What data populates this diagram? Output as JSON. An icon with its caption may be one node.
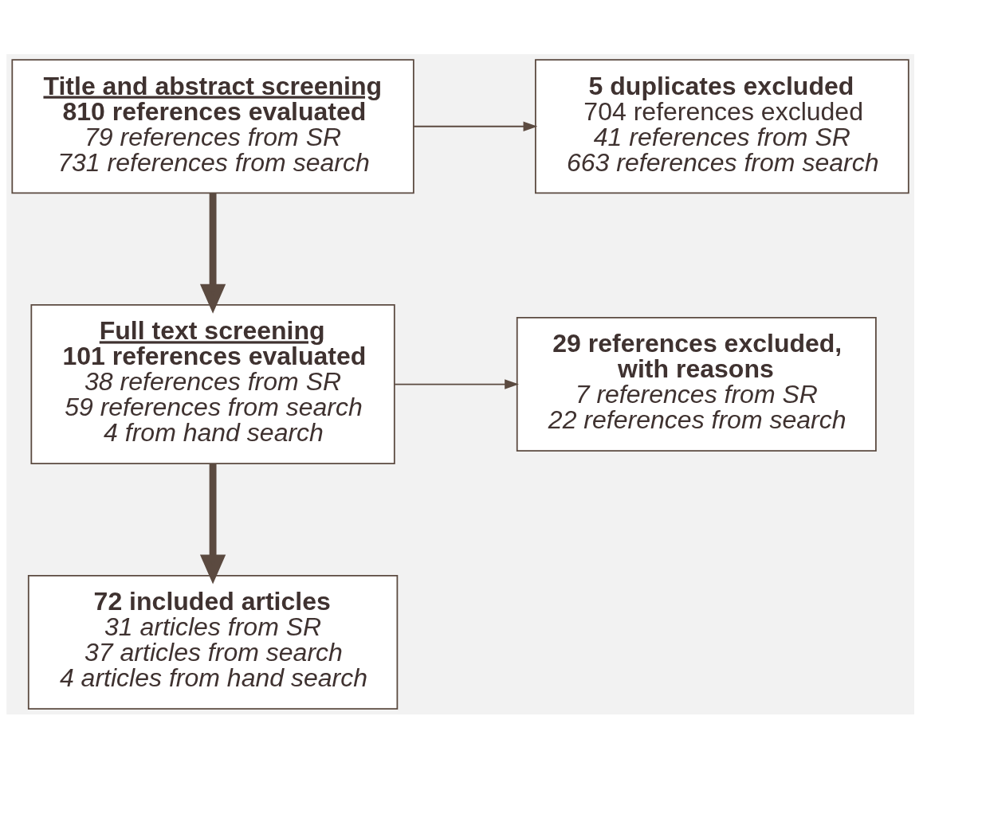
{
  "diagram": {
    "nodes": [
      {
        "text": [
          "Title and abstract screening",
          "810 references evaluated",
          "79 references from SR",
          "731 references from search"
        ]
      },
      {
        "text": [
          "5 duplicates excluded",
          "704 references excluded",
          "41 references from SR",
          "663 references from search"
        ]
      },
      {
        "text": [
          "Full text screening",
          "101 references evaluated",
          "38 references from SR",
          "59 references from search",
          "4 from hand search"
        ]
      },
      {
        "text": [
          "29 references excluded, with reasons",
          "7 references from SR",
          "22 references from search"
        ]
      },
      {
        "text": [
          "72 included articles",
          "31 articles from SR",
          "37 articles from search",
          "4 articles from hand search"
        ]
      }
    ],
    "edges": [
      {
        "from": 0,
        "to": 1,
        "arrow": "to"
      },
      {
        "from": 0,
        "to": 2,
        "arrow": "to",
        "style": "thick"
      },
      {
        "from": 2,
        "to": 3,
        "arrow": "to"
      },
      {
        "from": 2,
        "to": 4,
        "arrow": "to",
        "style": "thick"
      }
    ]
  }
}
